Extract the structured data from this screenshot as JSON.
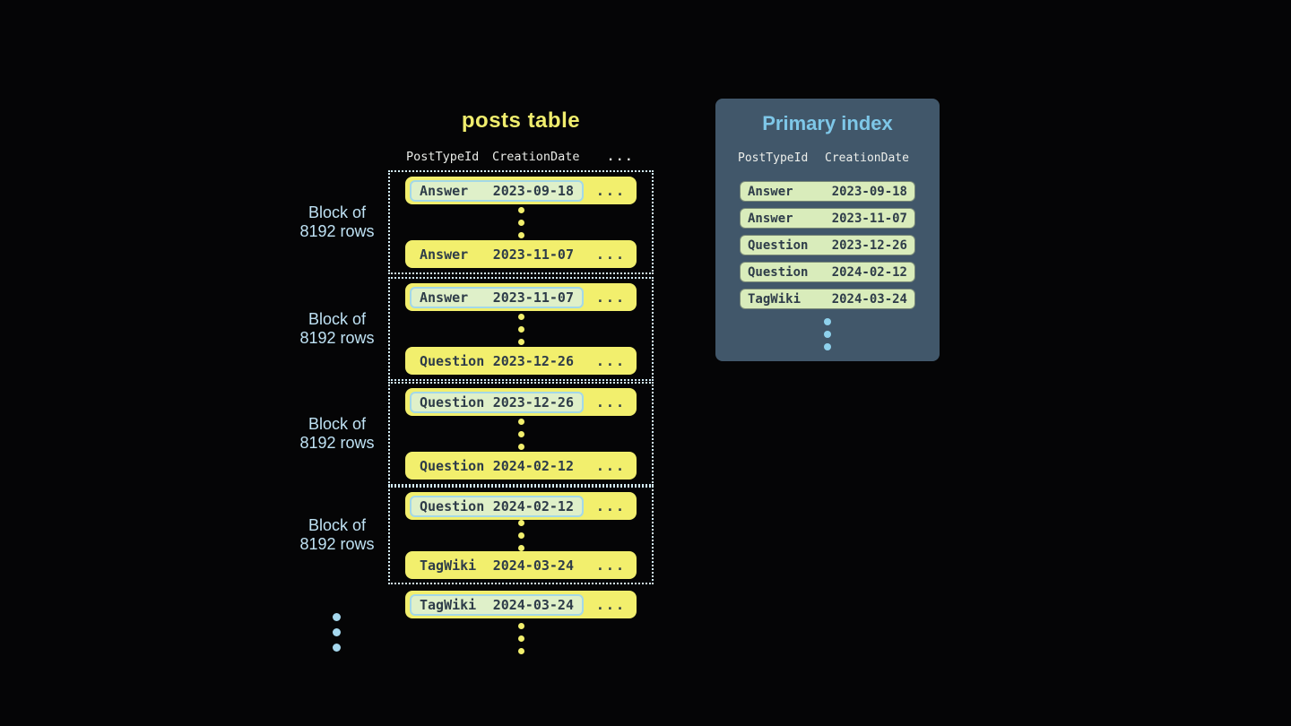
{
  "colors": {
    "background": "#050506",
    "row_yellow": "#f2ef6d",
    "highlight_green": "#dff0c9",
    "highlight_border_cyan": "#a3d8e8",
    "dark_text": "#2e3c49",
    "panel_slate": "#41576a",
    "index_row_green": "#d9ecbb",
    "title_yellow": "#f0ed6d",
    "index_title_blue": "#7ec7e8",
    "label_blue": "#bfe2f4",
    "header_text": "#e9ebe7",
    "dotted_border": "#d3ecf6",
    "blue_dots": "#a6d8ee"
  },
  "posts_table": {
    "title": "posts table",
    "columns": [
      "PostTypeId",
      "CreationDate",
      "..."
    ],
    "row_ellipsis": "...",
    "blocks": [
      {
        "label_line1": "Block of",
        "label_line2": "8192 rows",
        "first_row": {
          "post_type_id": "Answer",
          "creation_date": "2023-09-18"
        },
        "last_row": {
          "post_type_id": "Answer",
          "creation_date": "2023-11-07"
        }
      },
      {
        "label_line1": "Block of",
        "label_line2": "8192 rows",
        "first_row": {
          "post_type_id": "Answer",
          "creation_date": "2023-11-07"
        },
        "last_row": {
          "post_type_id": "Question",
          "creation_date": "2023-12-26"
        }
      },
      {
        "label_line1": "Block of",
        "label_line2": "8192 rows",
        "first_row": {
          "post_type_id": "Question",
          "creation_date": "2023-12-26"
        },
        "last_row": {
          "post_type_id": "Question",
          "creation_date": "2024-02-12"
        }
      },
      {
        "label_line1": "Block of",
        "label_line2": "8192 rows",
        "first_row": {
          "post_type_id": "Question",
          "creation_date": "2024-02-12"
        },
        "last_row": {
          "post_type_id": "TagWiki",
          "creation_date": "2024-03-24"
        }
      }
    ],
    "overflow_row": {
      "post_type_id": "TagWiki",
      "creation_date": "2024-03-24"
    }
  },
  "primary_index": {
    "title": "Primary index",
    "columns": [
      "PostTypeId",
      "CreationDate"
    ],
    "rows": [
      {
        "post_type_id": "Answer",
        "creation_date": "2023-09-18"
      },
      {
        "post_type_id": "Answer",
        "creation_date": "2023-11-07"
      },
      {
        "post_type_id": "Question",
        "creation_date": "2023-12-26"
      },
      {
        "post_type_id": "Question",
        "creation_date": "2024-02-12"
      },
      {
        "post_type_id": "TagWiki",
        "creation_date": "2024-03-24"
      }
    ]
  }
}
